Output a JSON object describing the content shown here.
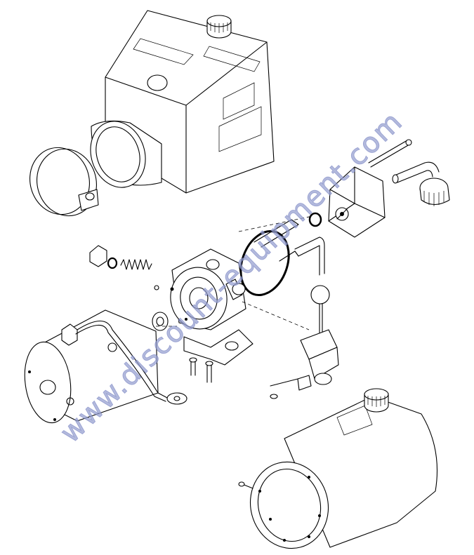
{
  "watermark": {
    "text": "www.discount-equipment.com",
    "color": "#9aa3d2"
  },
  "parts": [
    "reservoir-tank-upper",
    "hose-clamp",
    "pump-gear-housing",
    "suction-tube-fitting",
    "o-ring-large",
    "o-ring-small",
    "center-manifold-block",
    "relief-valve-spring-set",
    "electric-motor",
    "motor-mounting-bracket",
    "release-valve-lever",
    "cylindrical-reservoir-tank"
  ]
}
